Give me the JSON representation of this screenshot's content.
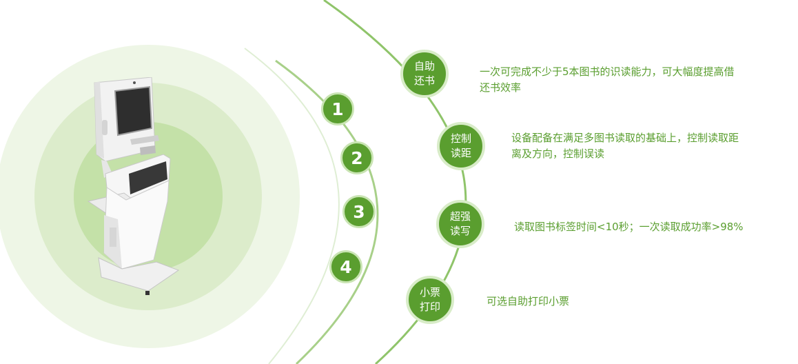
{
  "colors": {
    "accent": "#5a9e2f",
    "accent_light": "#c9e4b3",
    "halo_outer": "#eef6e6",
    "halo_mid": "#dceccb",
    "halo_inner": "#c4e1a8",
    "arc": "#9cc97a"
  },
  "steps": [
    "1",
    "2",
    "3",
    "4"
  ],
  "features": [
    {
      "title_line1": "自助",
      "title_line2": "还书",
      "desc_line1": "一次可完成不少于5本图书的识读能力，可大幅度提高借",
      "desc_line2": "还书效率"
    },
    {
      "title_line1": "控制",
      "title_line2": "读距",
      "desc_line1": "设备配备在满足多图书读取的基础上，控制读取距",
      "desc_line2": "离及方向，控制误读"
    },
    {
      "title_line1": "超强",
      "title_line2": "读写",
      "desc_line1": "读取图书标签时间<10秒；一次读取成功率>98%",
      "desc_line2": ""
    },
    {
      "title_line1": "小票",
      "title_line2": "打印",
      "desc_line1": "可选自助打印小票",
      "desc_line2": ""
    }
  ],
  "kiosk": {
    "icon": "self-service-kiosk-image"
  }
}
